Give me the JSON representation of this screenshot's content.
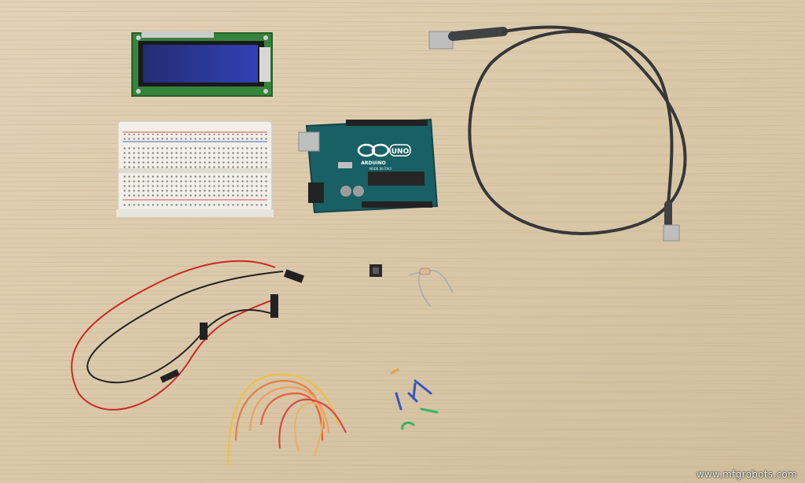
{
  "watermark": "www.mfgrobots.com",
  "board": {
    "logo_text": "ARDUINO",
    "model_text": "UNO",
    "made_in": "MADE IN ITALY"
  },
  "colors": {
    "table": "#dcc9aa",
    "board": "#0f5a5e",
    "lcd_pcb": "#2e7d32",
    "lcd_screen": "#1a2a8a",
    "breadboard": "#f1efe8",
    "cable": "#2e2f31"
  }
}
